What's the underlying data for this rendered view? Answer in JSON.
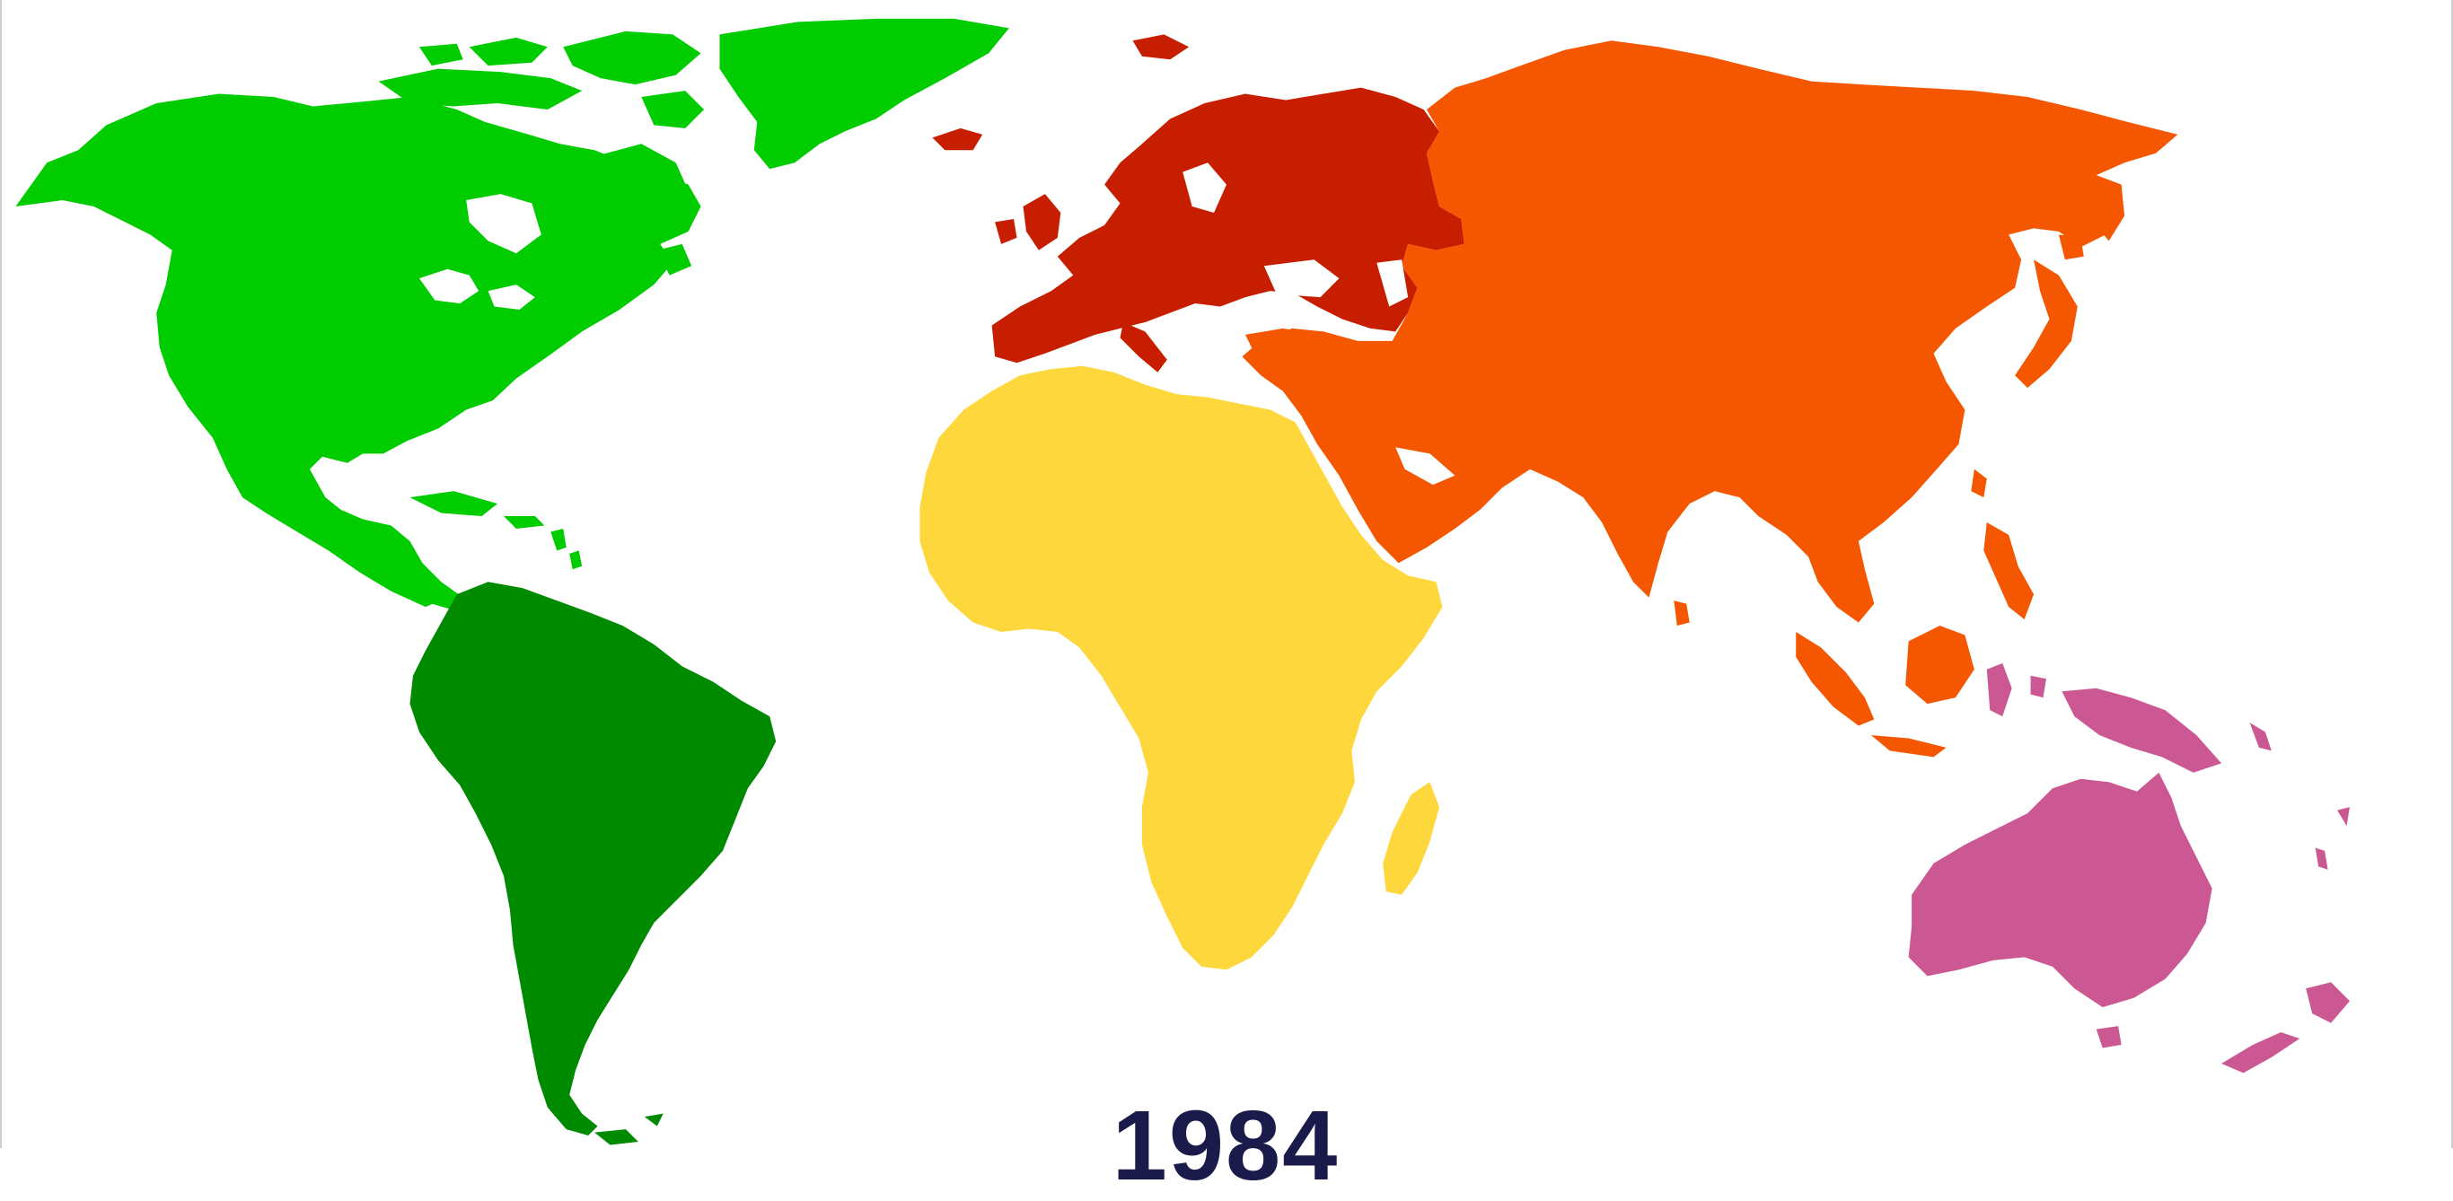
{
  "map": {
    "year_label": "1984",
    "regions": [
      {
        "id": "north-america",
        "color": "#00cc00"
      },
      {
        "id": "south-america",
        "color": "#008a00"
      },
      {
        "id": "europe",
        "color": "#c81e00"
      },
      {
        "id": "asia",
        "color": "#f55600"
      },
      {
        "id": "africa",
        "color": "#fdd73b"
      },
      {
        "id": "oceania",
        "color": "#cc5893"
      }
    ]
  }
}
